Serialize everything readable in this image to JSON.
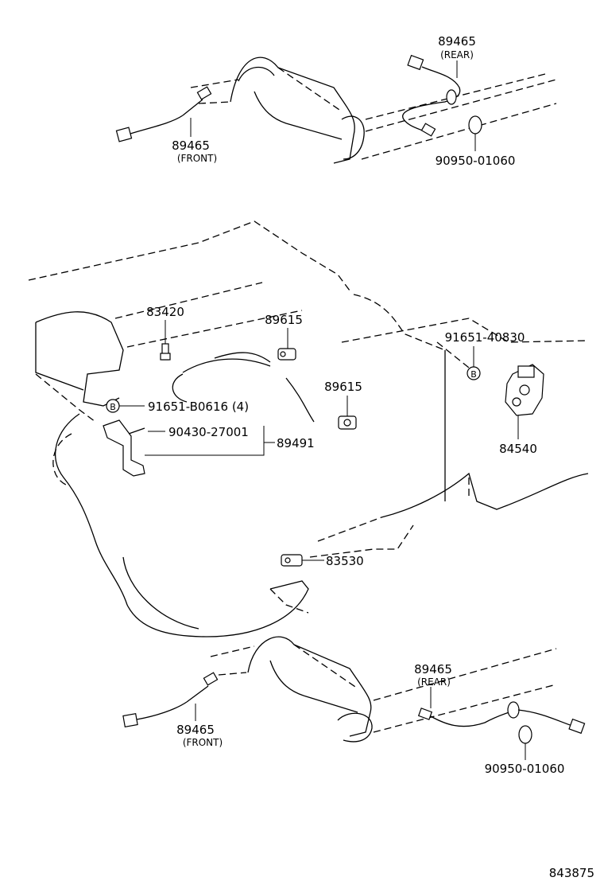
{
  "diagram_id": "843875",
  "parts": {
    "o2_rear_top": {
      "number": "89465",
      "qualifier": "(REAR)"
    },
    "o2_front_top": {
      "number": "89465",
      "qualifier": "(FRONT)"
    },
    "gasket_top": {
      "number": "90950-01060"
    },
    "temp_sensor": {
      "number": "83420"
    },
    "speed_sensor_upper": {
      "number": "89615"
    },
    "speed_sensor_lower": {
      "number": "89615"
    },
    "bolt_switch": {
      "number": "91651-40830"
    },
    "neutral_switch": {
      "number": "84540"
    },
    "bolt_bracket": {
      "number": "91651-B0616 (4)"
    },
    "gasket_bracket": {
      "number": "90430-27001"
    },
    "bracket_assy": {
      "number": "89491"
    },
    "oil_pressure_switch": {
      "number": "83530"
    },
    "o2_rear_bottom": {
      "number": "89465",
      "qualifier": "(REAR)"
    },
    "o2_front_bottom": {
      "number": "89465",
      "qualifier": "(FRONT)"
    },
    "gasket_bottom": {
      "number": "90950-01060"
    }
  },
  "callout_symbol": "B"
}
